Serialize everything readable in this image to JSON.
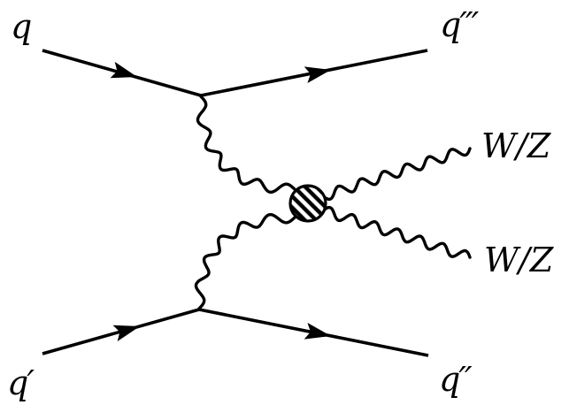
{
  "colors": {
    "ink": "#000000",
    "background": "#ffffff"
  },
  "labels": {
    "quark_in_top": "q",
    "quark_in_bottom": "q′",
    "quark_out_top": "q′′′",
    "quark_out_bottom": "q′′",
    "boson_out_top": "W/Z",
    "boson_out_bottom": "W/Z"
  }
}
